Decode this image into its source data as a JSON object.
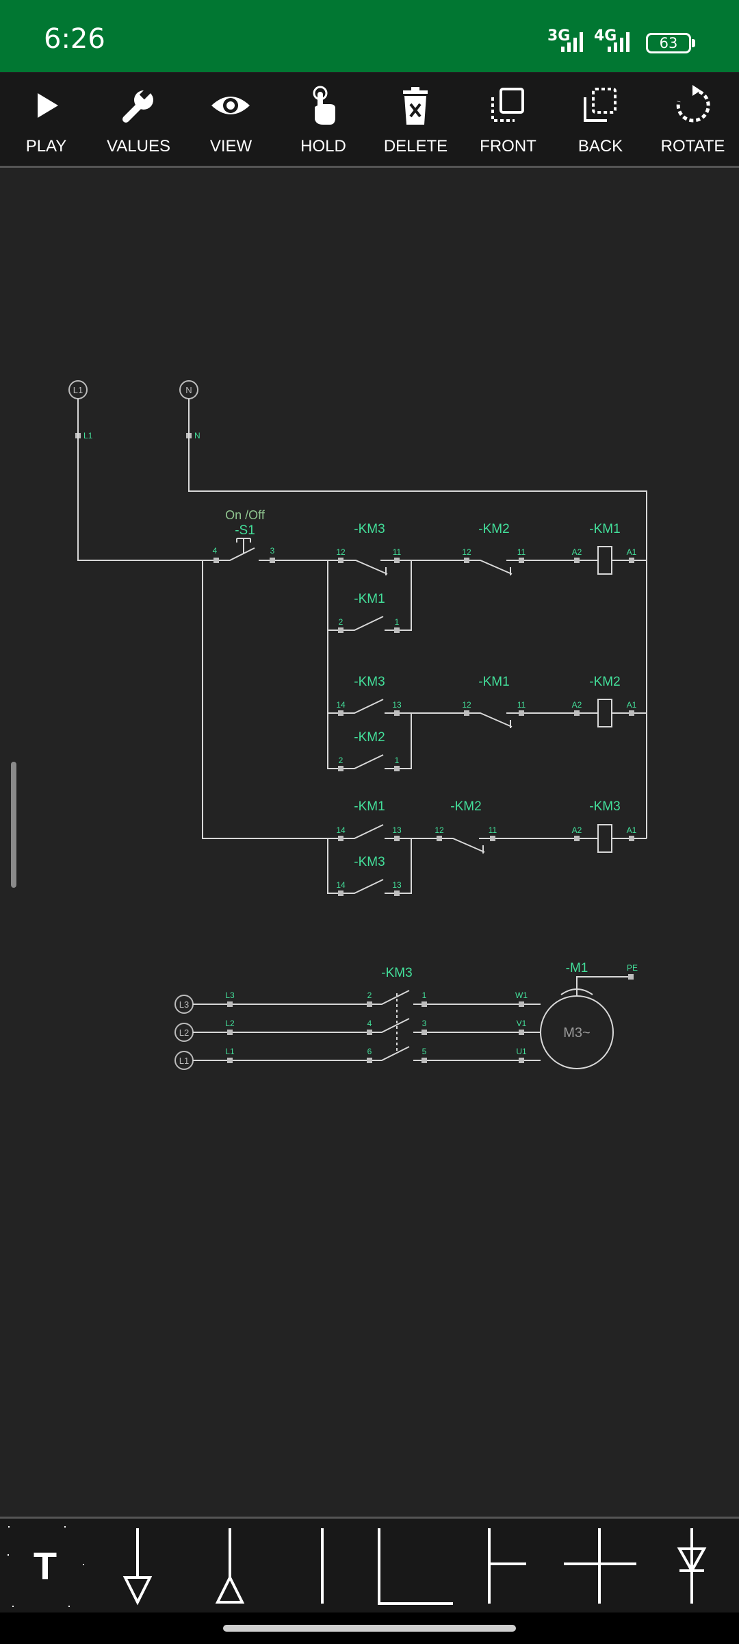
{
  "status_bar": {
    "time": "6:26",
    "network_1": "3G",
    "network_2": "4G",
    "battery": "63"
  },
  "toolbar": {
    "items": [
      {
        "label": "PLAY",
        "icon": "play-icon"
      },
      {
        "label": "VALUES",
        "icon": "wrench-icon"
      },
      {
        "label": "VIEW",
        "icon": "eye-icon"
      },
      {
        "label": "HOLD",
        "icon": "hand-pointer-icon"
      },
      {
        "label": "DELETE",
        "icon": "trash-icon"
      },
      {
        "label": "FRONT",
        "icon": "bring-front-icon"
      },
      {
        "label": "BACK",
        "icon": "send-back-icon"
      },
      {
        "label": "ROTATE",
        "icon": "rotate-icon"
      }
    ]
  },
  "diagram": {
    "control": {
      "supply_l": "L1",
      "supply_n": "N",
      "s1_caption": "On /Off",
      "s1_tag": "-S1",
      "s1_pin_in": "4",
      "s1_pin_out": "3",
      "r1": {
        "c1_tag": "-KM3",
        "c1_p1": "12",
        "c1_p2": "11",
        "c2_tag": "-KM2",
        "c2_p1": "12",
        "c2_p2": "11",
        "coil_tag": "-KM1",
        "coil_p1": "A2",
        "coil_p2": "A1",
        "hold_tag": "-KM1",
        "hold_p1": "2",
        "hold_p2": "1"
      },
      "r2": {
        "c1_tag": "-KM3",
        "c1_p1": "14",
        "c1_p2": "13",
        "c2_tag": "-KM1",
        "c2_p1": "12",
        "c2_p2": "11",
        "coil_tag": "-KM2",
        "coil_p1": "A2",
        "coil_p2": "A1",
        "hold_tag": "-KM2",
        "hold_p1": "2",
        "hold_p2": "1"
      },
      "r3": {
        "c1_tag": "-KM1",
        "c1_p1": "14",
        "c1_p2": "13",
        "c2_tag": "-KM2",
        "c2_p1": "12",
        "c2_p2": "11",
        "coil_tag": "-KM3",
        "coil_p1": "A2",
        "coil_p2": "A1",
        "hold_tag": "-KM3",
        "hold_p1": "14",
        "hold_p2": "13"
      }
    },
    "power": {
      "phases": [
        "L3",
        "L2",
        "L1"
      ],
      "contactor_tag": "-KM3",
      "contactor_pins_in": [
        "2",
        "4",
        "6"
      ],
      "contactor_pins_out": [
        "1",
        "3",
        "5"
      ],
      "motor_terminals": [
        "W1",
        "V1",
        "U1"
      ],
      "motor_tag": "-M1",
      "motor_label": "M3~",
      "earth": "PE"
    }
  },
  "bottom_palette": {
    "items": [
      {
        "icon": "text-tool-icon",
        "label": "T"
      },
      {
        "icon": "down-arrow-terminal-icon"
      },
      {
        "icon": "up-arrow-terminal-icon"
      },
      {
        "icon": "vertical-wire-icon"
      },
      {
        "icon": "corner-wire-icon"
      },
      {
        "icon": "tee-wire-icon"
      },
      {
        "icon": "cross-wire-icon"
      },
      {
        "icon": "diode-icon"
      }
    ]
  }
}
